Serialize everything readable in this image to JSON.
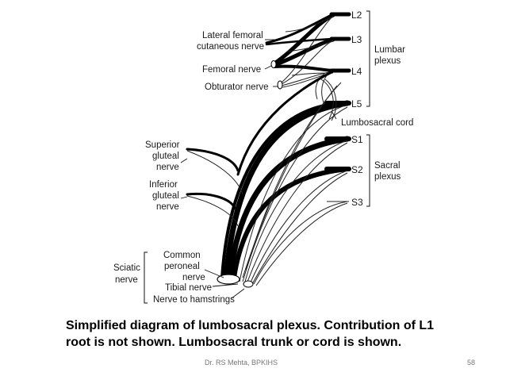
{
  "diagram": {
    "roots": [
      "L2",
      "L3",
      "L4",
      "L5",
      "S1",
      "S2",
      "S3"
    ],
    "plexus_labels": {
      "lumbar": [
        "Lumbar",
        "plexus"
      ],
      "sacral": [
        "Sacral",
        "plexus"
      ]
    },
    "cord_label": "Lumbosacral cord",
    "left_labels": {
      "lateral_femoral": [
        "Lateral femoral",
        "cutaneous nerve"
      ],
      "femoral": "Femoral nerve",
      "obturator": "Obturator nerve",
      "superior_gluteal": [
        "Superior",
        "gluteal",
        "nerve"
      ],
      "inferior_gluteal": [
        "Inferior",
        "gluteal",
        "nerve"
      ],
      "sciatic": [
        "Sciatic",
        "nerve"
      ],
      "common_peroneal": [
        "Common",
        "peroneal",
        "nerve"
      ],
      "tibial": "Tibial nerve",
      "hamstrings": "Nerve to hamstrings"
    }
  },
  "caption": {
    "line1": "Simplified diagram of lumbosacral plexus. Contribution of L1",
    "line2": "root is not shown. Lumbosacral trunk or cord is shown."
  },
  "footer": {
    "author": "Dr. RS Mehta, BPKIHS",
    "page": "58"
  }
}
